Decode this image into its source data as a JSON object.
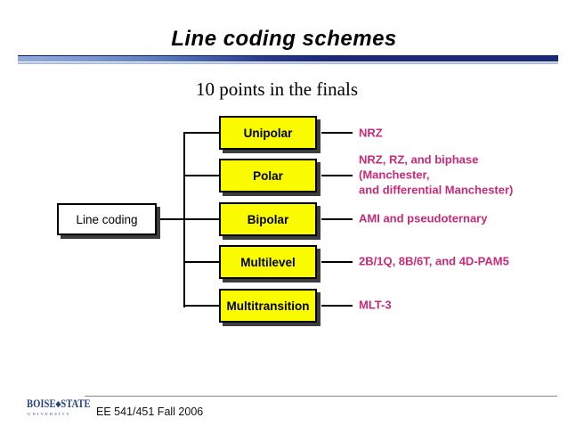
{
  "slide": {
    "title": "Line coding schemes",
    "subtitle": "10 points in the finals"
  },
  "diagram": {
    "root": {
      "label": "Line coding"
    },
    "branches": [
      {
        "label": "Unipolar",
        "annotation": "NRZ"
      },
      {
        "label": "Polar",
        "annotation": "NRZ, RZ, and biphase (Manchester,\nand differential Manchester)"
      },
      {
        "label": "Bipolar",
        "annotation": "AMI and pseudoternary"
      },
      {
        "label": "Multilevel",
        "annotation": "2B/1Q,  8B/6T, and 4D-PAM5"
      },
      {
        "label": "Multitransition",
        "annotation": "MLT-3"
      }
    ],
    "colors": {
      "node_fill": "#FBFB00",
      "node_border": "#000000",
      "root_fill": "#FFFFFF",
      "shadow": "#3D3D3D",
      "annotation_text": "#C72B78",
      "connector": "#000000"
    }
  },
  "theme": {
    "title_color": "#000000",
    "divider_navy": "#1C2878",
    "divider_light_blue": "#8FA9D8",
    "divider_bottom_line": "#A9BCE0"
  },
  "footer": {
    "logo": {
      "word1": "BOISE",
      "diamond": "◆",
      "word2": "STATE",
      "subtext": "UNIVERSITY",
      "color": "#27427F"
    },
    "course_label": "EE 541/451 Fall 2006"
  }
}
